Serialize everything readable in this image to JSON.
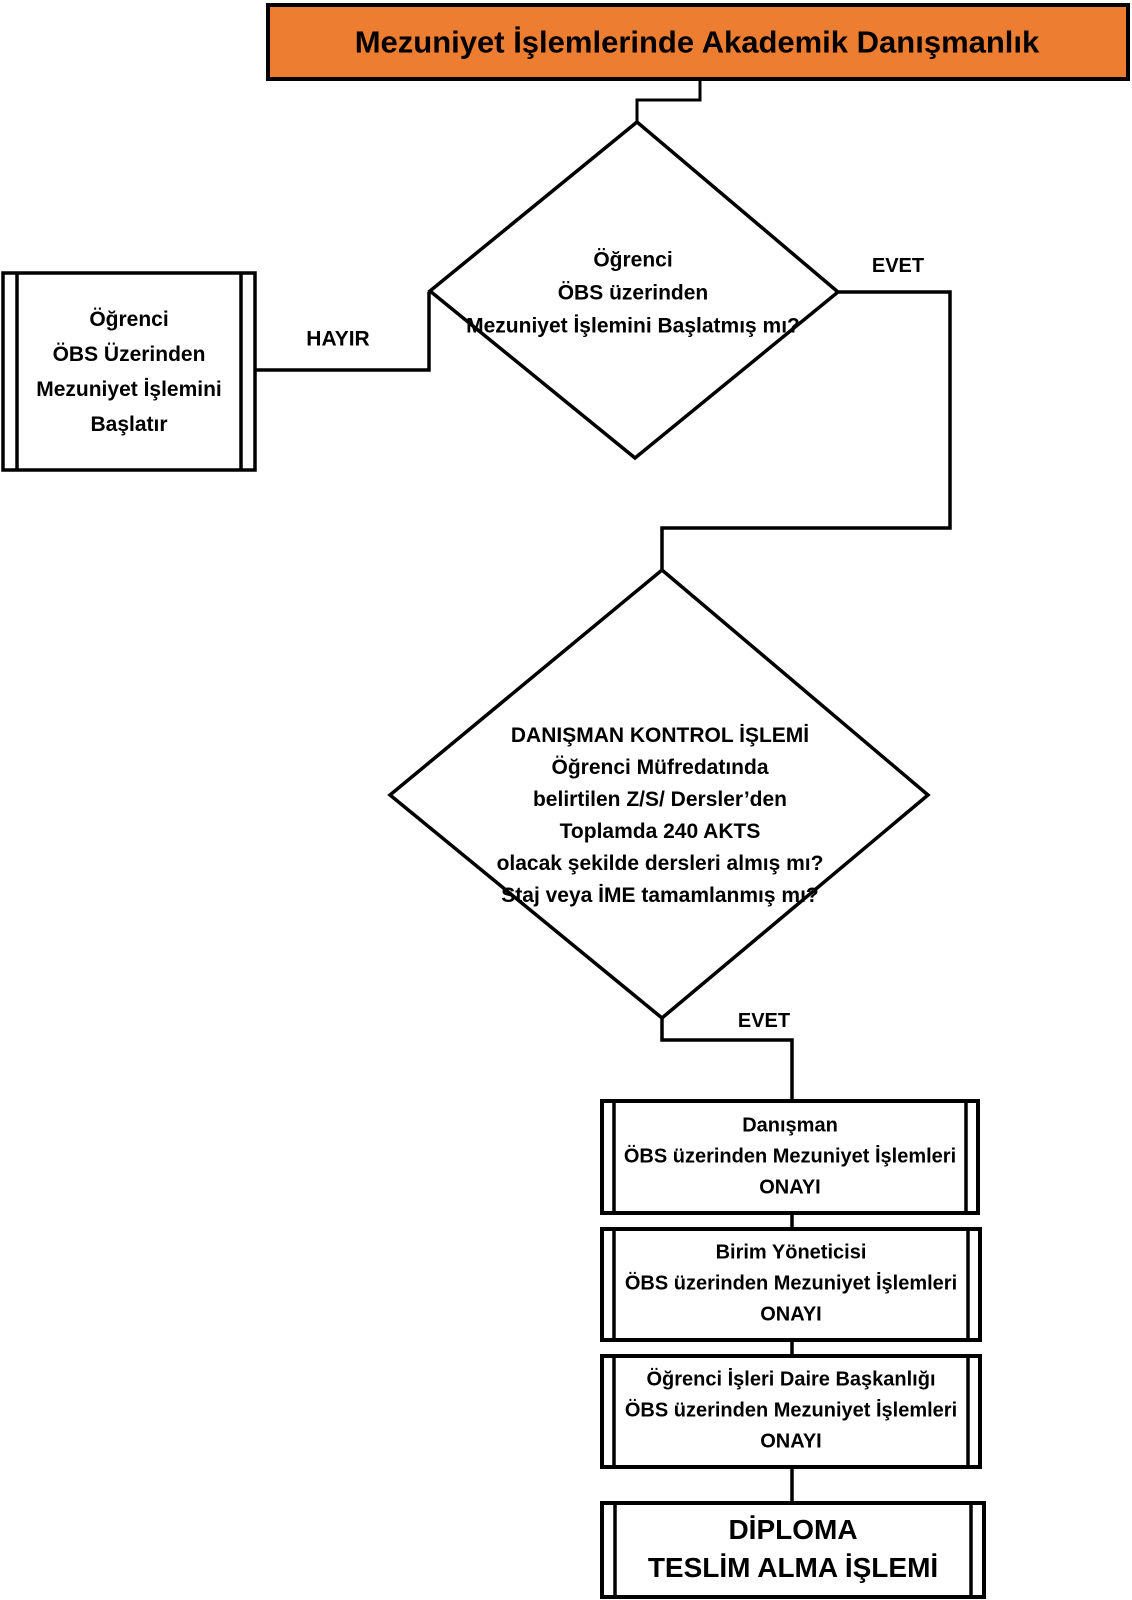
{
  "title": "Mezuniyet İşlemlerinde Akademik Danışmanlık",
  "colors": {
    "banner_fill": "#ED7D31",
    "line_color": "#000000",
    "text_color": "#000000",
    "background": "#FFFFFF"
  },
  "decision1": {
    "lines": [
      "Öğrenci",
      "ÖBS üzerinden",
      "Mezuniyet İşlemini Başlatmış mı?"
    ],
    "yes_label": "EVET",
    "no_label": "HAYIR"
  },
  "start_box": {
    "lines": [
      "Öğrenci",
      "ÖBS Üzerinden",
      "Mezuniyet İşlemini",
      "Başlatır"
    ]
  },
  "decision2": {
    "lines": [
      "DANIŞMAN KONTROL İŞLEMİ",
      "Öğrenci Müfredatında",
      "belirtilen Z/S/ Dersler’den",
      "Toplamda 240 AKTS",
      "olacak şekilde dersleri almış mı?",
      "Staj veya İME tamamlanmış mı?"
    ],
    "yes_label": "EVET"
  },
  "approval_boxes": [
    {
      "lines": [
        "Danışman",
        "ÖBS üzerinden Mezuniyet İşlemleri",
        "ONAYI"
      ]
    },
    {
      "lines": [
        "Birim Yöneticisi",
        "ÖBS üzerinden Mezuniyet İşlemleri",
        "ONAYI"
      ]
    },
    {
      "lines": [
        "Öğrenci İşleri Daire Başkanlığı",
        "ÖBS üzerinden Mezuniyet İşlemleri",
        "ONAYI"
      ]
    }
  ],
  "final_box": {
    "lines": [
      "DİPLOMA",
      "TESLİM ALMA İŞLEMİ"
    ]
  }
}
